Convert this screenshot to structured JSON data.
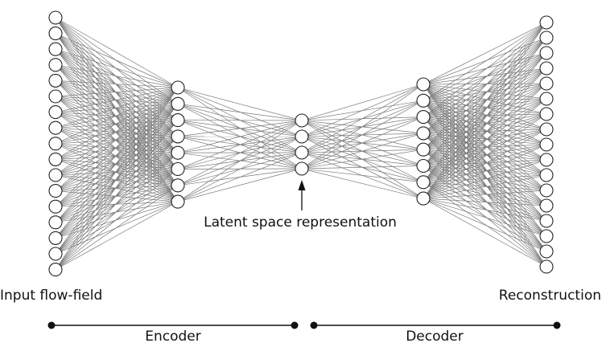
{
  "labels": {
    "input": "Input flow-field",
    "reconstruction": "Reconstruction",
    "latent": "Latent space representation",
    "encoder": "Encoder",
    "decoder": "Decoder"
  },
  "layers": [
    {
      "name": "input",
      "nodes": 17
    },
    {
      "name": "encoder-hidden",
      "nodes": 8
    },
    {
      "name": "latent",
      "nodes": 4
    },
    {
      "name": "decoder-hidden",
      "nodes": 8
    },
    {
      "name": "output",
      "nodes": 17
    }
  ],
  "colors": {
    "edge": "#7a7a7a",
    "node_stroke": "#222222",
    "node_fill": "#ffffff",
    "text": "#111111"
  }
}
